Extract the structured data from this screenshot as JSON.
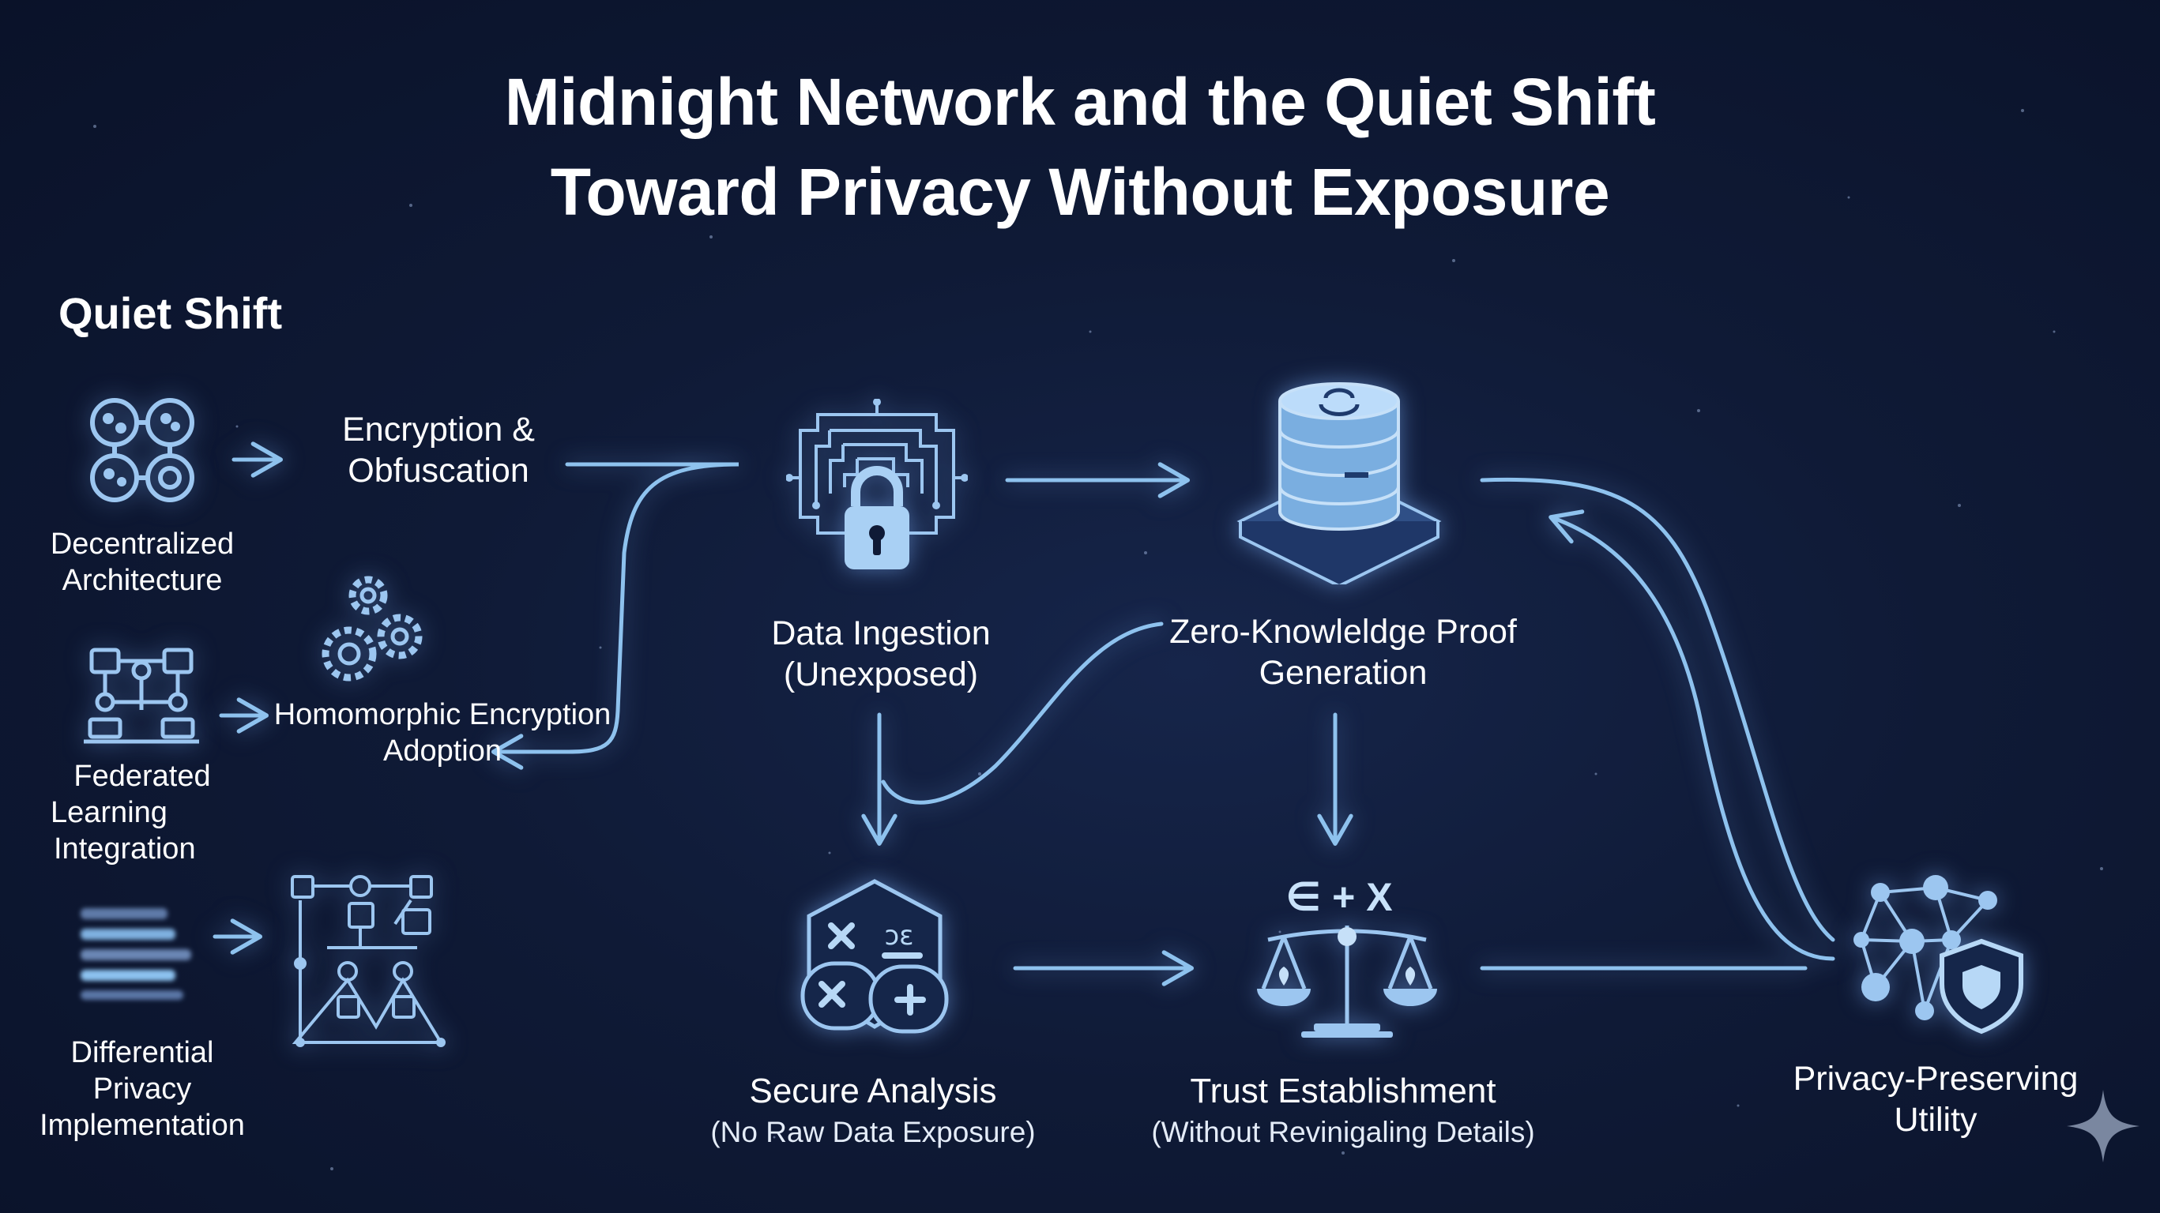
{
  "title": {
    "line1": "Midnight Network and the Quiet Shift",
    "line2": "Toward Privacy Without Exposure"
  },
  "left_panel": {
    "heading": "Quiet Shift",
    "items": [
      {
        "label_lines": [
          "Decentralized",
          "Architecture"
        ],
        "icon": "decentralized-nodes-icon"
      },
      {
        "label_lines": [
          "Federated",
          "Learning",
          "Integration"
        ],
        "icon": "federated-network-icon"
      },
      {
        "label_lines": [
          "Differential",
          "Privacy",
          "Implementation"
        ],
        "icon": "blurred-data-bars-icon"
      }
    ],
    "outcomes": [
      {
        "label_lines": [
          "Encryption &",
          "Obfuscation"
        ]
      },
      {
        "label_lines": [
          "Homomorphic Encryption",
          "Adoption"
        ],
        "icon": "gears-icon"
      },
      {
        "icon": "distributed-graph-icon"
      }
    ]
  },
  "flow": {
    "nodes": [
      {
        "id": "data-ingestion",
        "title_lines": [
          "Data Ingestion",
          "(Unexposed)"
        ],
        "icon": "circuit-lock-icon"
      },
      {
        "id": "zk-proof",
        "title_lines": [
          "Zero-Knowleldge Proof",
          "Generation"
        ],
        "icon": "database-stack-icon"
      },
      {
        "id": "secure-analysis",
        "title": "Secure Analysis",
        "subtitle": "(No Raw Data Exposure)",
        "icon": "math-symbols-shield-icon"
      },
      {
        "id": "trust",
        "title": "Trust Establishment",
        "subtitle": "(Without Revinigaling Details)",
        "icon": "balance-scale-icon",
        "icon_text": "∈ + X"
      },
      {
        "id": "utility",
        "title_lines": [
          "Privacy-Preserving",
          "Utility"
        ],
        "icon": "network-shield-icon"
      }
    ]
  },
  "colors": {
    "background": "#0f1a36",
    "line": "#8ec2ee",
    "icon": "#9cc6f0",
    "text": "#ffffff"
  }
}
